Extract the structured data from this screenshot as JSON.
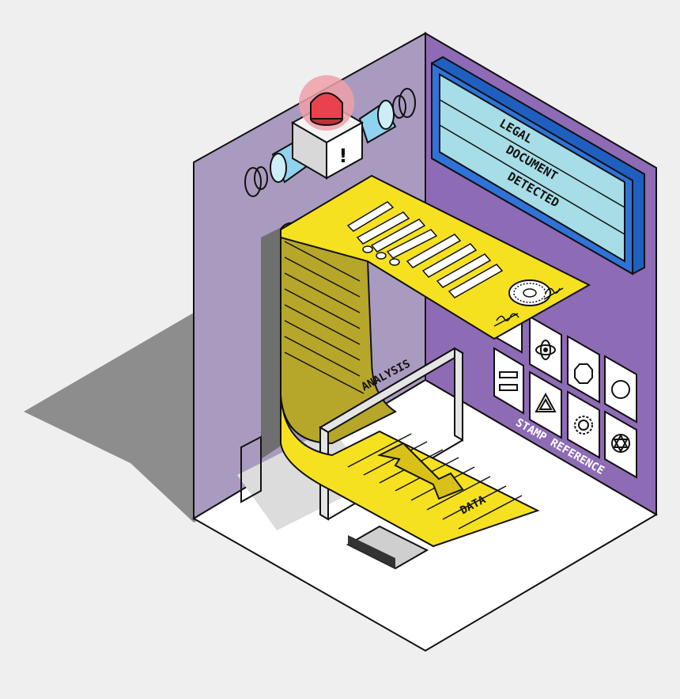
{
  "sign": {
    "line1": "LEGAL",
    "line2": "DOCUMENT",
    "line3": "DETECTED"
  },
  "labels": {
    "analysis": "ANALYSIS",
    "data": "DATA",
    "stamp_reference": "STAMP REFERENCE"
  },
  "alarm": {
    "symbol": "!"
  },
  "colors": {
    "background": "#efefef",
    "left_wall": "#a99bbf",
    "right_wall": "#8e6bb5",
    "floor": "#ffffff",
    "paper": "#f5e120",
    "sign_screen": "#a6dde6",
    "sign_frame": "#2f73d8",
    "alarm_light": "#e9424c",
    "speaker": "#8fd3ef"
  },
  "icons": [
    "alarm-light-icon",
    "speaker-icon",
    "stamp-atom-icon",
    "stamp-octagon-icon",
    "stamp-circle-icon",
    "stamp-bars-icon",
    "stamp-triangle-icon",
    "stamp-gear-icon",
    "stamp-star-icon",
    "arrow-icon",
    "seal-icon",
    "signature-icon"
  ]
}
